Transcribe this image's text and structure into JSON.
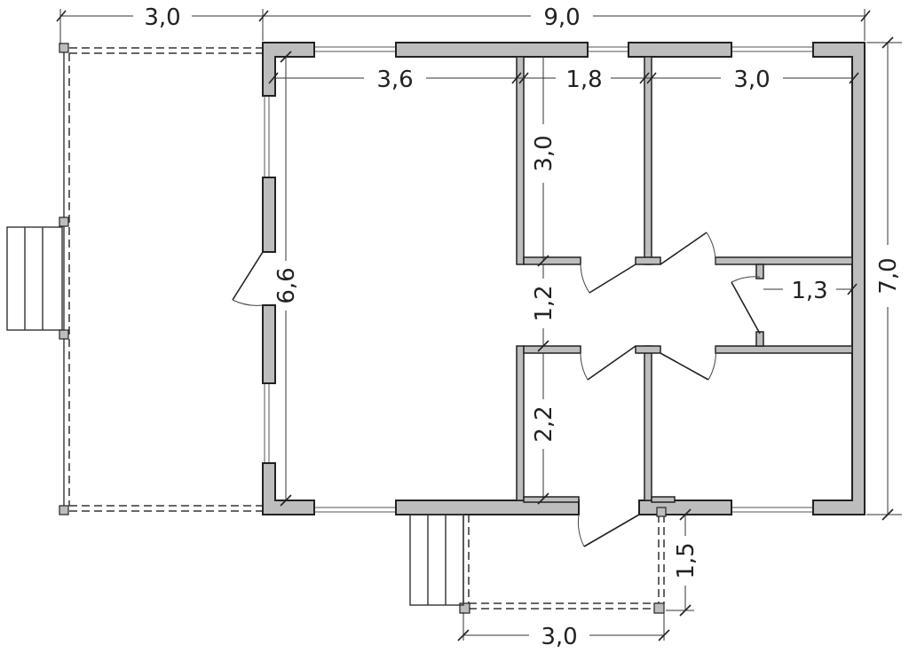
{
  "dimensions": {
    "top_terrace_width": "3,0",
    "top_house_width": "9,0",
    "room_living_width": "3,6",
    "room_small_width": "1,8",
    "room_right_width": "3,0",
    "room_small_depth": "3,0",
    "house_depth_right": "7,0",
    "living_depth": "6,6",
    "corridor_width": "1,2",
    "bath_width": "1,3",
    "lower_room_depth": "2,2",
    "porch_depth": "1,5",
    "porch_width": "3,0"
  }
}
